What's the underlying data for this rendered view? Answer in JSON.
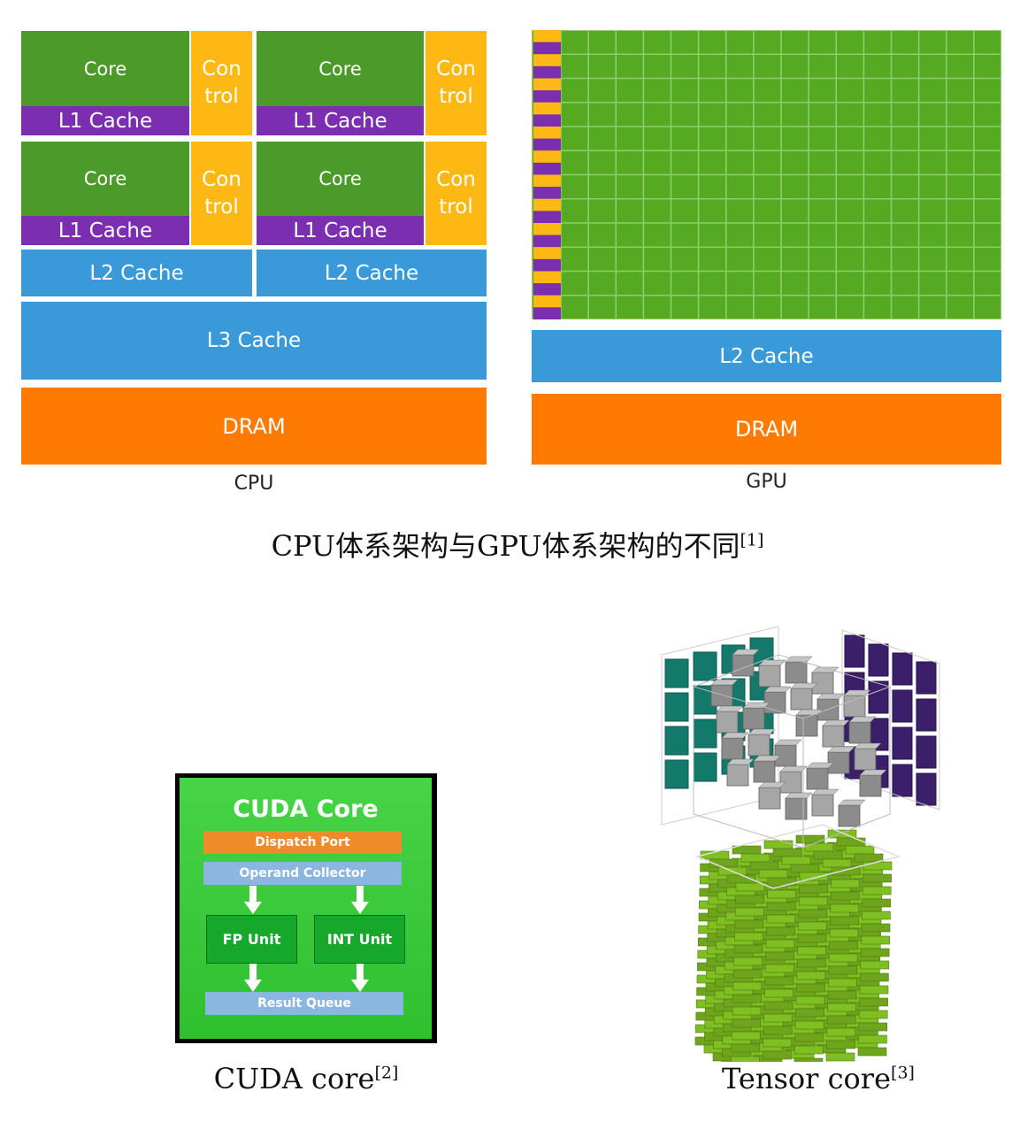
{
  "cpu": {
    "core_label": "Core",
    "control_label": "Con\ntrol",
    "l1_label": "L1  Cache",
    "l2_label": "L2  Cache",
    "l3_label": "L3  Cache",
    "dram_label": "DRAM",
    "panel_label": "CPU"
  },
  "gpu": {
    "l2_label": "L2  Cache",
    "dram_label": "DRAM",
    "panel_label": "GPU"
  },
  "caption_top": {
    "text": "CPU体系架构与GPU体系架构的不同",
    "ref": "[1]"
  },
  "cuda": {
    "title": "CUDA Core",
    "dispatch": "Dispatch Port",
    "operand": "Operand Collector",
    "fp": "FP Unit",
    "int": "INT Unit",
    "result": "Result Queue"
  },
  "caption_cuda": {
    "text": "CUDA core",
    "ref": "[2]"
  },
  "caption_tensor": {
    "text": "Tensor core",
    "ref": "[3]"
  },
  "colors": {
    "core_green": "#4c9a2a",
    "l1_purple": "#7b2fb0",
    "control_yellow": "#fdb813",
    "cache_blue": "#3a9ad9",
    "dram_orange": "#ff7a00",
    "gpu_grid_green": "#55aa22",
    "cuda_green": "#3fcc3f"
  }
}
